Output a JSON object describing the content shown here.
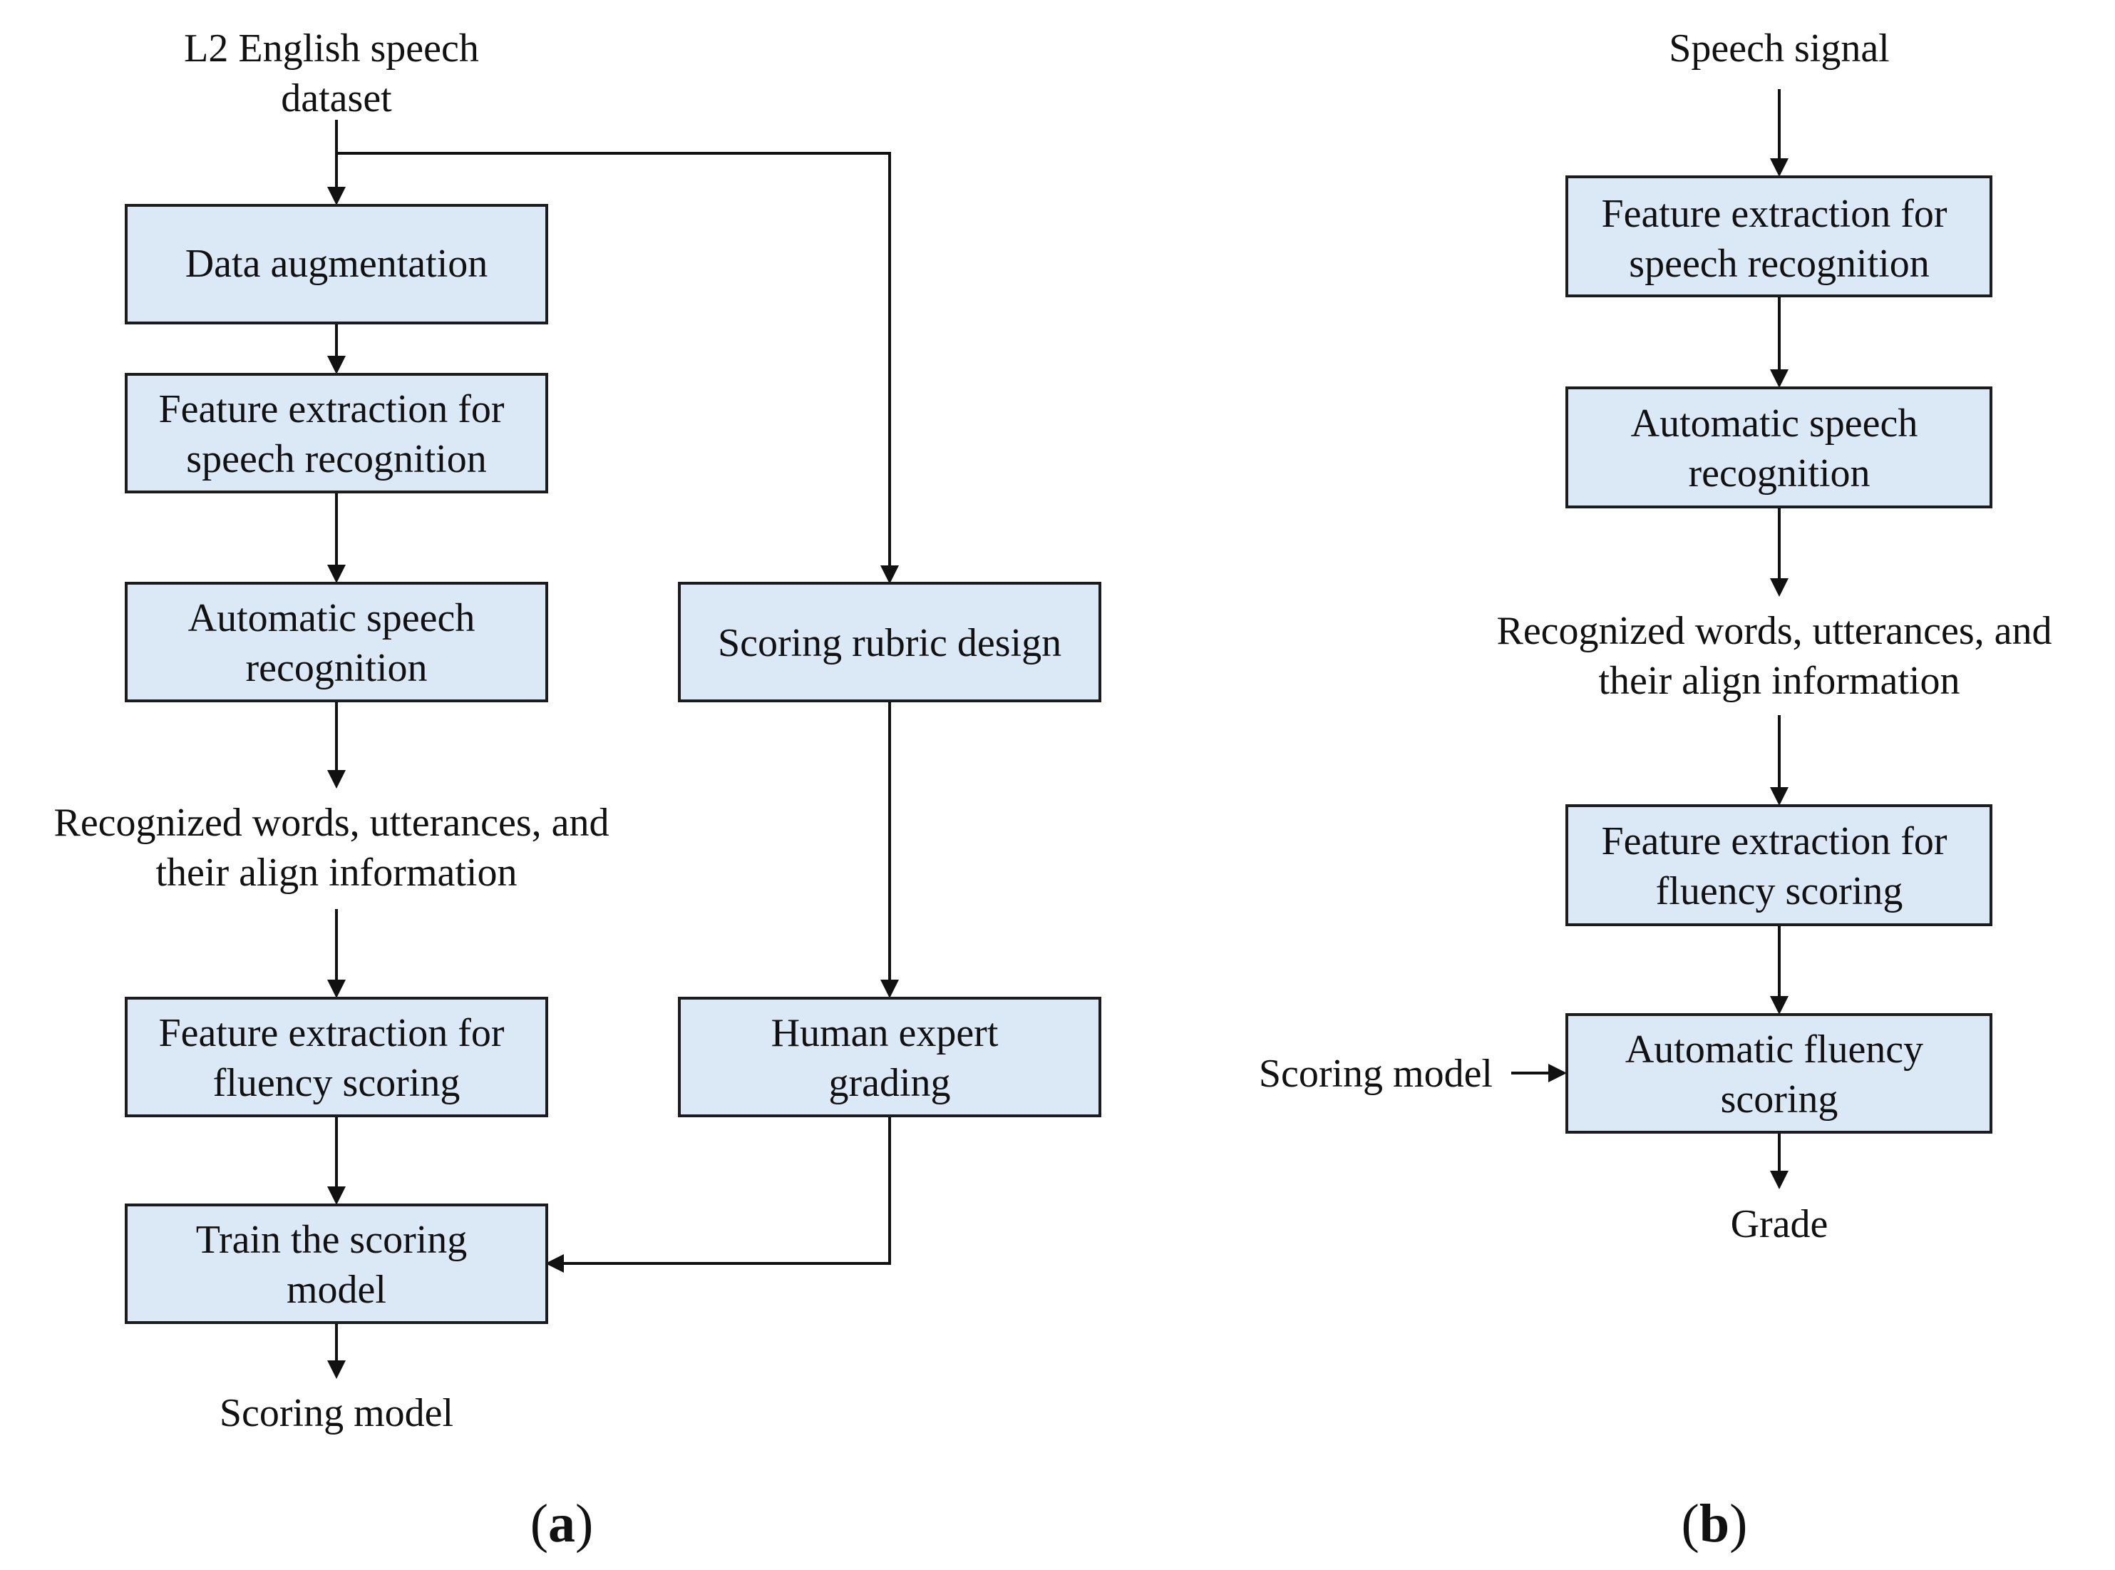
{
  "panel_a": {
    "input_label": [
      "L2 English speech",
      "dataset"
    ],
    "boxes": {
      "data_augmentation": [
        "Data augmentation"
      ],
      "feature_extraction_speech": [
        "Feature extraction for",
        "speech recognition"
      ],
      "asr": [
        "Automatic speech",
        "recognition"
      ],
      "feature_extraction_fluency": [
        "Feature extraction for",
        "fluency scoring"
      ],
      "train_scoring_model": [
        "Train the scoring",
        "model"
      ],
      "scoring_rubric_design": [
        "Scoring rubric design"
      ],
      "human_expert_grading": [
        "Human expert",
        "grading"
      ]
    },
    "recognized_label": [
      "Recognized words, utterances, and",
      "their align information"
    ],
    "output_label": [
      "Scoring model"
    ],
    "caption": {
      "open": "(",
      "letter": "a",
      "close": ")"
    }
  },
  "panel_b": {
    "input_label": [
      "Speech signal"
    ],
    "boxes": {
      "feature_extraction_speech": [
        "Feature extraction for",
        "speech recognition"
      ],
      "asr": [
        "Automatic speech",
        "recognition"
      ],
      "feature_extraction_fluency": [
        "Feature extraction for",
        "fluency scoring"
      ],
      "automatic_fluency_scoring": [
        "Automatic fluency",
        "scoring"
      ]
    },
    "recognized_label": [
      "Recognized words, utterances, and",
      "their align information"
    ],
    "side_input_label": [
      "Scoring model"
    ],
    "output_label": [
      "Grade"
    ],
    "caption": {
      "open": "(",
      "letter": "b",
      "close": ")"
    }
  },
  "colors": {
    "box_fill": "#dbe9f6",
    "stroke": "#1c1c1c",
    "text": "#111111"
  }
}
